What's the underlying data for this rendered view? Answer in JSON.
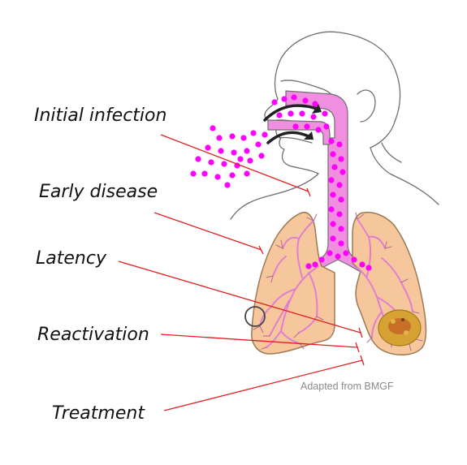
{
  "labels": {
    "initial_infection": "Initial infection",
    "early_disease": "Early disease",
    "latency": "Latency",
    "reactivation": "Reactivation",
    "treatment": "Treatment"
  },
  "credit": "Adapted from BMGF",
  "colors": {
    "pathogen": "#ff00ff",
    "lung_fill": "#f6c79c",
    "lung_outline": "#9b7a55",
    "airway": "#f08ee0",
    "pointer_line": "#e02020",
    "outline": "#6f6f6f",
    "lesion": "#c8921c"
  }
}
